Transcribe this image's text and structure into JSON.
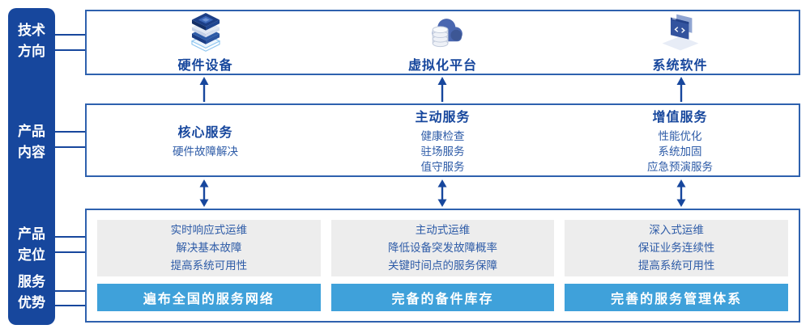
{
  "colors": {
    "rail_navy": "#17479d",
    "box_border_blue": "#2e61ae",
    "title_blue": "#17479d",
    "body_text_blue": "#2d5ba7",
    "banner_blue": "#3fa1da",
    "panel_gray": "#ededed"
  },
  "sidebar": {
    "rows": [
      "技术\n方向",
      "产品\n内容",
      "产品\n定位",
      "服务\n优势"
    ]
  },
  "tech_row": {
    "items": [
      {
        "icon": "server-stack-icon",
        "label": "硬件设备"
      },
      {
        "icon": "cloud-database-icon",
        "label": "虚拟化平台"
      },
      {
        "icon": "code-window-icon",
        "label": "系统软件"
      }
    ]
  },
  "content_row": {
    "columns": [
      {
        "title": "核心服务",
        "items": [
          "硬件故障解决"
        ]
      },
      {
        "title": "主动服务",
        "items": [
          "健康检查",
          "驻场服务",
          "值守服务"
        ]
      },
      {
        "title": "增值服务",
        "items": [
          "性能优化",
          "系统加固",
          "应急预演服务"
        ]
      }
    ]
  },
  "position_row": {
    "columns": [
      {
        "points": [
          "实时响应式运维",
          "解决基本故障",
          "提高系统可用性"
        ],
        "banner": "遍布全国的服务网络"
      },
      {
        "points": [
          "主动式运维",
          "降低设备突发故障概率",
          "关键时间点的服务保障"
        ],
        "banner": "完备的备件库存"
      },
      {
        "points": [
          "深入式运维",
          "保证业务连续性",
          "提高系统可用性"
        ],
        "banner": "完善的服务管理体系"
      }
    ]
  }
}
